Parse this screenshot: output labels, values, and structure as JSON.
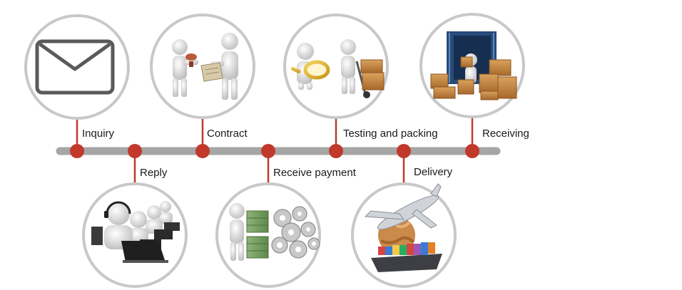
{
  "steps": [
    {
      "label": "Inquiry",
      "icon": "envelope-icon"
    },
    {
      "label": "Reply",
      "icon": "call-center-agents-icon"
    },
    {
      "label": "Contract",
      "icon": "handshake-contract-icon"
    },
    {
      "label": "Receive payment",
      "icon": "money-gears-icon"
    },
    {
      "label": "Testing and packing",
      "icon": "magnifier-handtruck-icon"
    },
    {
      "label": "Delivery",
      "icon": "airplane-globe-ship-icon"
    },
    {
      "label": "Receiving",
      "icon": "container-boxes-icon"
    }
  ],
  "colors": {
    "timeline": "#a6a6a6",
    "node": "#c0392b",
    "circle_border": "#c8c8c8",
    "connector": "#c0392b"
  }
}
